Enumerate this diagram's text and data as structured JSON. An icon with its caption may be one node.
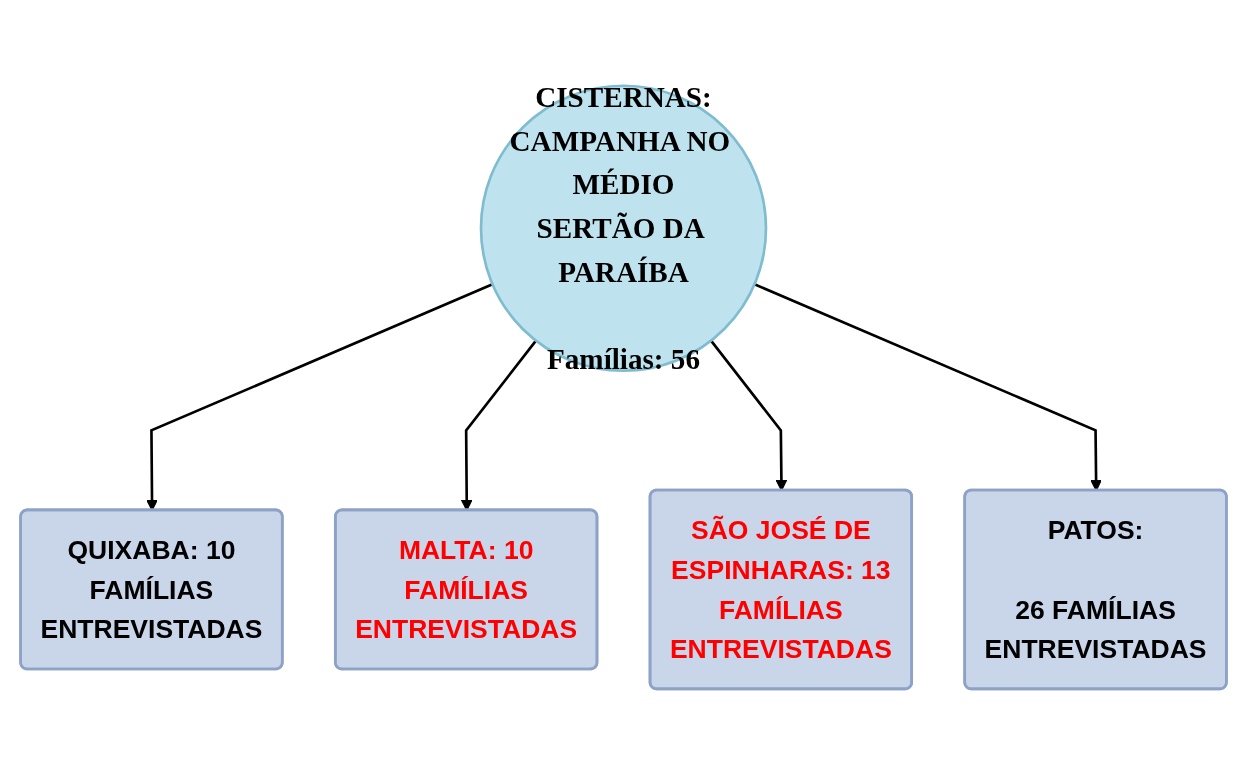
{
  "diagram": {
    "nodes": [
      {
        "text": [
          "CISTERNAS: CAMPANHA NO MÉDIO SERTÃO DA PARAÍBA",
          "Famílias: 56"
        ]
      },
      {
        "text": [
          "QUIXABA: 10 FAMÍLIAS ENTREVISTADAS"
        ]
      },
      {
        "text": [
          "MALTA: 10 FAMÍLIAS ENTREVISTADAS"
        ]
      },
      {
        "text": [
          "SÃO JOSÉ DE ESPINHARAS: 13 FAMÍLIAS ENTREVISTADAS"
        ]
      },
      {
        "text": [
          "PATOS:",
          "26 FAMÍLIAS ENTREVISTADAS"
        ]
      }
    ],
    "edges": [
      {
        "from": 0,
        "to": 1,
        "arrow": "to"
      },
      {
        "from": 0,
        "to": 2,
        "arrow": "to"
      },
      {
        "from": 0,
        "to": 3,
        "arrow": "to"
      },
      {
        "from": 0,
        "to": 4,
        "arrow": "to"
      }
    ]
  }
}
